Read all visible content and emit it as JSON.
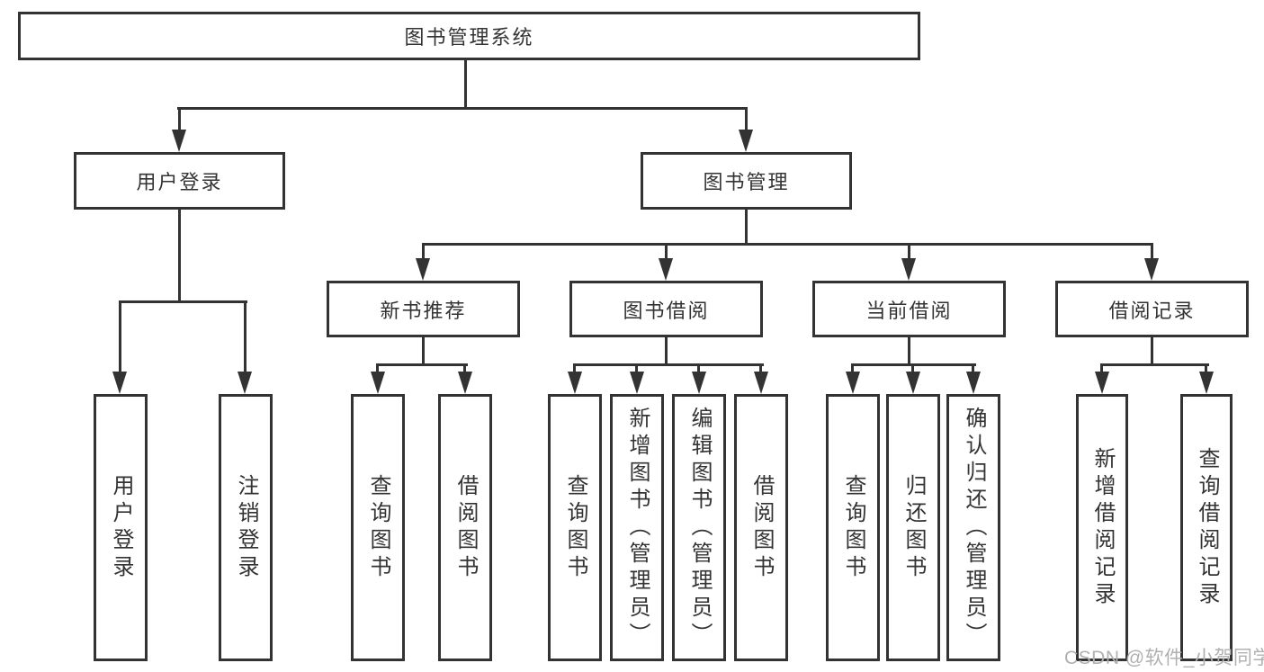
{
  "tree": {
    "root": {
      "label": "图书管理系统",
      "children": [
        {
          "label": "用户登录",
          "children": [
            {
              "label": "用户登录"
            },
            {
              "label": "注销登录"
            }
          ]
        },
        {
          "label": "图书管理",
          "children": [
            {
              "label": "新书推荐",
              "children": [
                {
                  "label": "查询图书"
                },
                {
                  "label": "借阅图书"
                }
              ]
            },
            {
              "label": "图书借阅",
              "children": [
                {
                  "label": "查询图书"
                },
                {
                  "label": "新增图书（管理员）"
                },
                {
                  "label": "编辑图书（管理员）"
                },
                {
                  "label": "借阅图书"
                }
              ]
            },
            {
              "label": "当前借阅",
              "children": [
                {
                  "label": "查询图书"
                },
                {
                  "label": "归还图书"
                },
                {
                  "label": "确认归还（管理员）"
                }
              ]
            },
            {
              "label": "借阅记录",
              "children": [
                {
                  "label": "新增借阅记录"
                },
                {
                  "label": "查询借阅记录"
                }
              ]
            }
          ]
        }
      ]
    }
  },
  "watermark": {
    "text": "CSDN @软件_小贺同学"
  },
  "colors": {
    "line": "#333333",
    "text": "#333333",
    "box_background": "#ffffff",
    "watermark": "#b0b0b0",
    "background": "#ffffff"
  }
}
